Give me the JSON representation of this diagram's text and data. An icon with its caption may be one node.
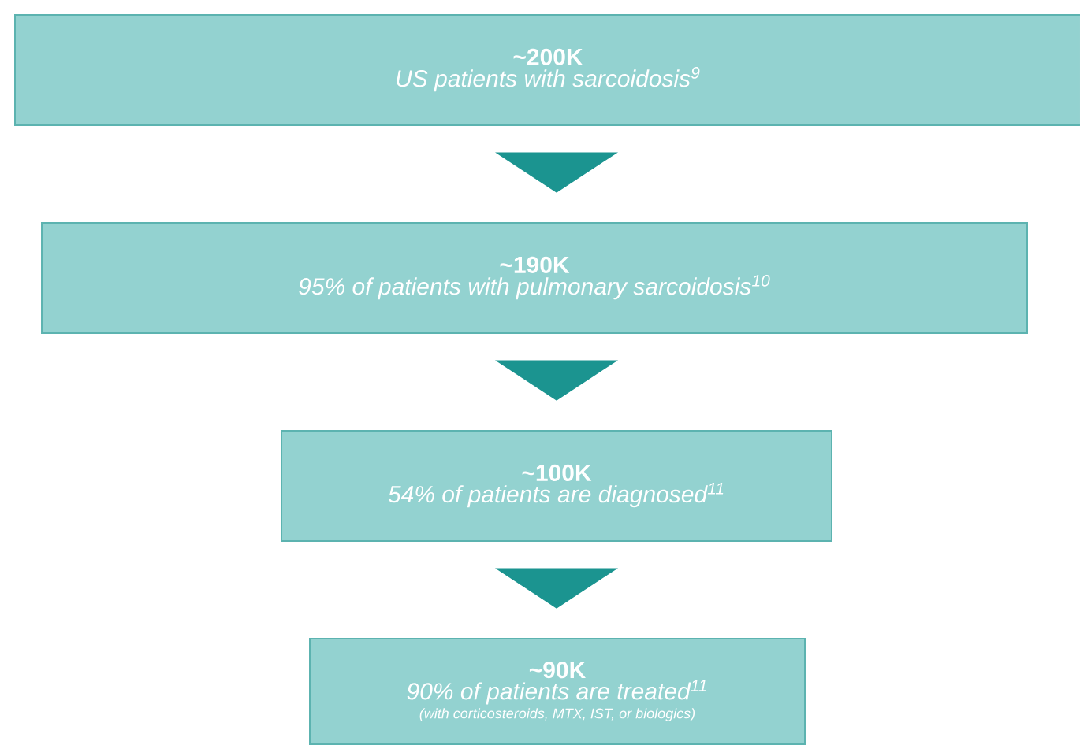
{
  "diagram": {
    "nodes": [
      {
        "text": [
          "~200K",
          "US patients with sarcoidosis$^{9}$"
        ]
      },
      {
        "text": [
          "~190K",
          "95% of patients with pulmonary sarcoidosis$^{10}$"
        ]
      },
      {
        "text": [
          "~100K",
          "54% of patients are diagnosed$^{11}$"
        ]
      },
      {
        "text": [
          "~90K",
          "90% of patients are treated$^{11}$",
          "(with corticosteroids, MTX, IST, or biologics)"
        ]
      }
    ],
    "edges": [
      {
        "from": 0,
        "to": 1,
        "arrow": "to"
      },
      {
        "from": 1,
        "to": 2,
        "arrow": "to"
      },
      {
        "from": 2,
        "to": 3,
        "arrow": "to"
      }
    ]
  }
}
